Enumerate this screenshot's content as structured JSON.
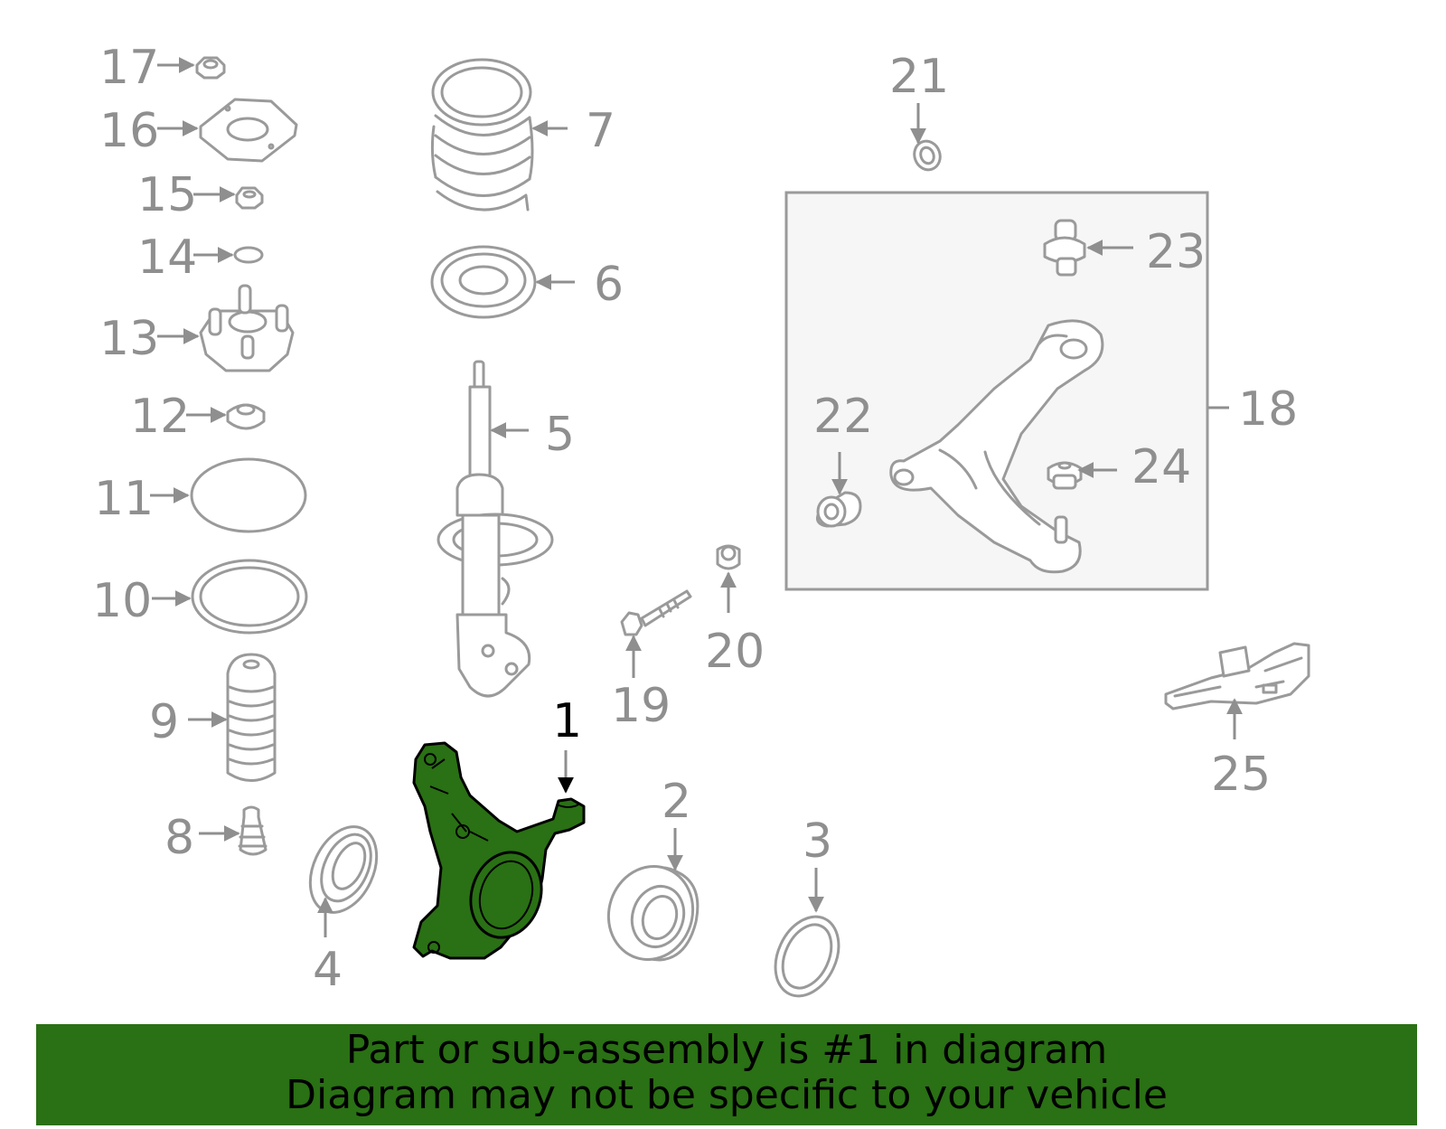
{
  "colors": {
    "highlight": "#2a7014",
    "line": "#9a9a9a",
    "label": "#8f8f8f",
    "box_fill": "#f6f6f6"
  },
  "callouts": {
    "c1": "1",
    "c2": "2",
    "c3": "3",
    "c4": "4",
    "c5": "5",
    "c6": "6",
    "c7": "7",
    "c8": "8",
    "c9": "9",
    "c10": "10",
    "c11": "11",
    "c12": "12",
    "c13": "13",
    "c14": "14",
    "c15": "15",
    "c16": "16",
    "c17": "17",
    "c18": "18",
    "c19": "19",
    "c20": "20",
    "c21": "21",
    "c22": "22",
    "c23": "23",
    "c24": "24",
    "c25": "25"
  },
  "highlighted_part": "1",
  "banner": {
    "line1": "Part or sub-assembly is #1 in diagram",
    "line2": "Diagram may not be specific to your vehicle"
  }
}
